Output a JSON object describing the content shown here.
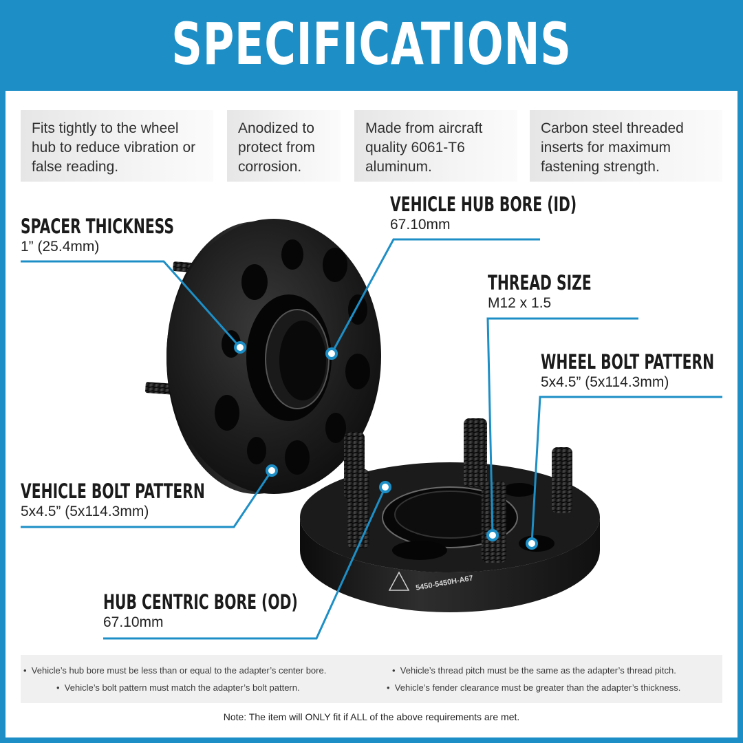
{
  "header": {
    "title": "SPECIFICATIONS"
  },
  "features": [
    {
      "text": "Fits tightly to the wheel hub to reduce vibration or false reading."
    },
    {
      "text": "Anodized to protect from corrosion."
    },
    {
      "text": "Made from aircraft quality 6061-T6 aluminum."
    },
    {
      "text": "Carbon steel threaded inserts for maximum fastening strength."
    }
  ],
  "callouts": {
    "spacer_thickness": {
      "title": "SPACER THICKNESS",
      "value": "1” (25.4mm)"
    },
    "vehicle_hub_bore": {
      "title": "VEHICLE HUB BORE (ID)",
      "value": "67.10mm"
    },
    "thread_size": {
      "title": "THREAD SIZE",
      "value": "M12 x 1.5"
    },
    "wheel_bolt_pattern": {
      "title": "WHEEL BOLT PATTERN",
      "value": "5x4.5” (5x114.3mm)"
    },
    "vehicle_bolt_pattern": {
      "title": "VEHICLE BOLT PATTERN",
      "value": "5x4.5” (5x114.3mm)"
    },
    "hub_centric_bore": {
      "title": "HUB CENTRIC BORE (OD)",
      "value": "67.10mm"
    }
  },
  "product": {
    "part_number": "5450-5450H-A67"
  },
  "requirements": [
    "Vehicle’s hub bore must be less than or equal to the adapter’s center bore.",
    "Vehicle’s thread pitch must be the same as the adapter’s thread pitch.",
    "Vehicle’s bolt pattern must match the adapter’s bolt pattern.",
    "Vehicle’s fender clearance must be greater than the adapter’s thickness."
  ],
  "note": "Note: The item will ONLY fit if ALL of the above requirements are met.",
  "colors": {
    "accent": "#1d8fc6",
    "text": "#222222",
    "feature_bg": "#eeeeee"
  }
}
